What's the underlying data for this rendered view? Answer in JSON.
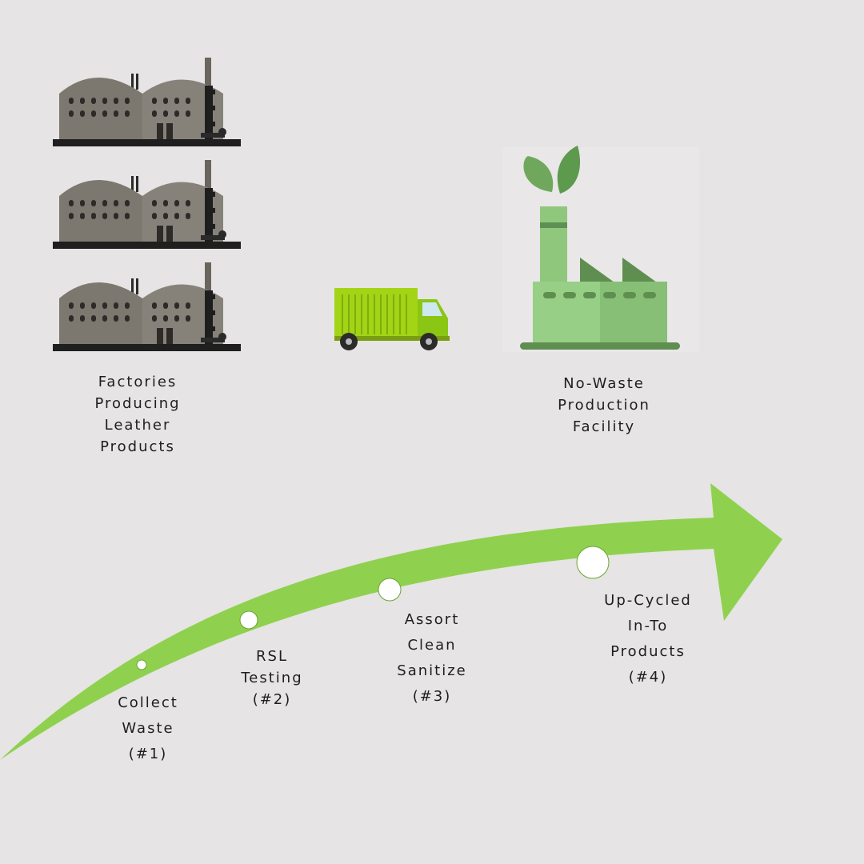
{
  "colors": {
    "background": "#e6e4e4",
    "arrow": "#8fd14f",
    "factory_gray": "#7e7a72",
    "truck": "#9ed11c",
    "eco_factory": "#8cc37a"
  },
  "icons": {
    "factories": "old-factory-icon",
    "truck": "truck-icon",
    "eco_factory": "eco-factory-icon"
  },
  "labels": {
    "factories": "Factories\nProducing\nLeather\nProducts",
    "no_waste": "No-Waste\nProduction\nFacility"
  },
  "steps": [
    {
      "text": "Collect\nWaste\n(#1)"
    },
    {
      "text": "RSL\nTesting\n(#2)"
    },
    {
      "text": "Assort\nClean\nSanitize\n(#3)"
    },
    {
      "text": "Up-Cycled\nIn-To\nProducts\n(#4)"
    }
  ]
}
